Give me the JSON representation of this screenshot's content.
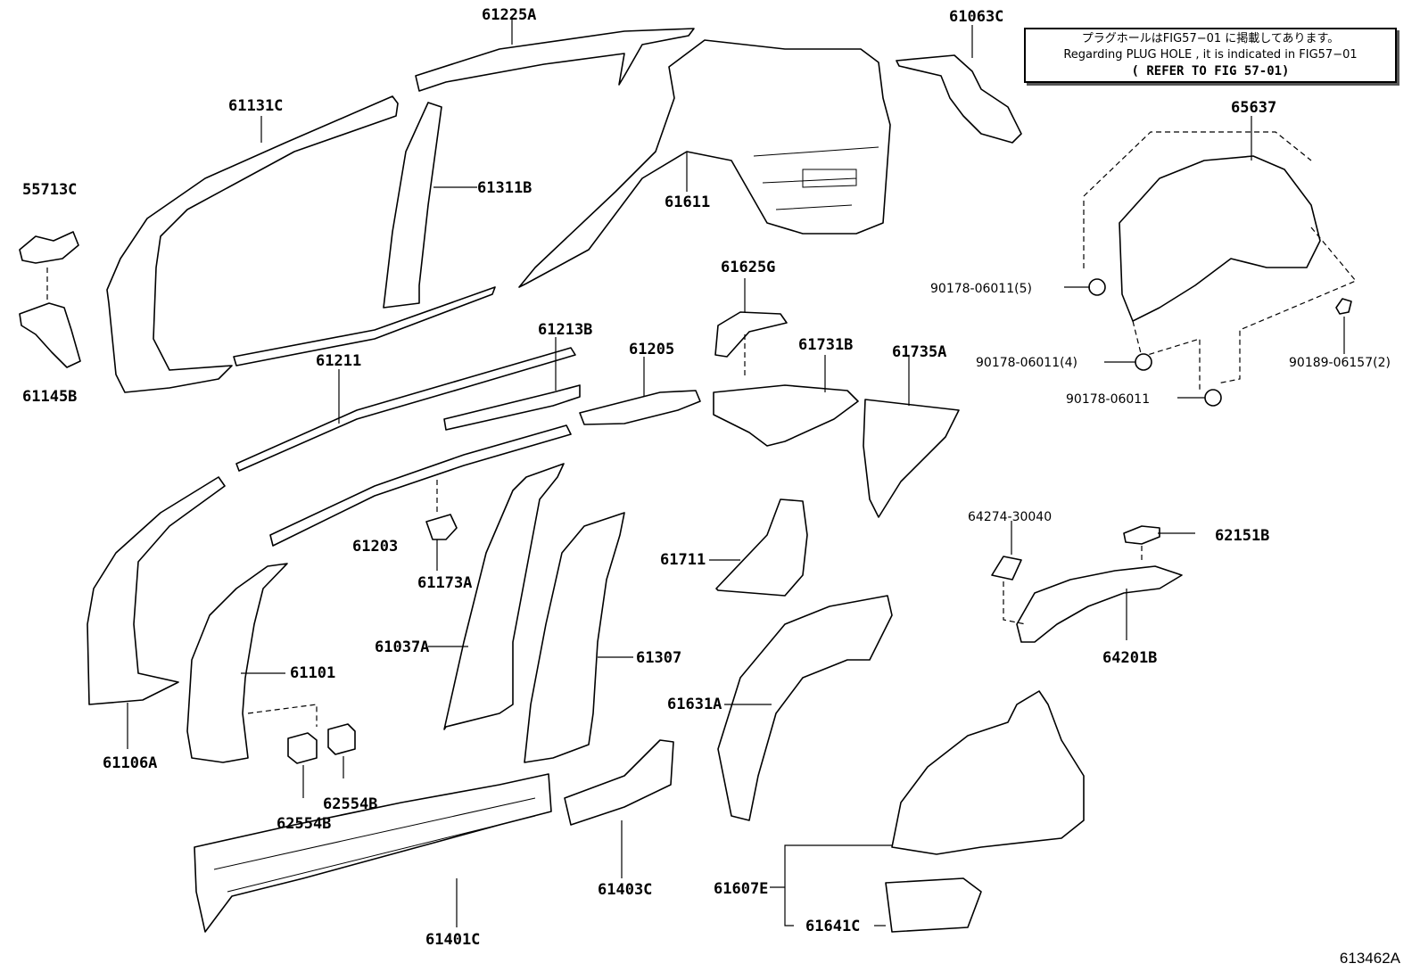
{
  "note": {
    "line_jp": "プラグホールはFIG57−01 に掲載してあります。",
    "line_en": "Regarding PLUG HOLE , it is indicated in FIG57−01",
    "line_ref": "( REFER TO FIG 57-01)"
  },
  "figure_id": "613462A",
  "labels": {
    "p61225A": "61225A",
    "p61063C": "61063C",
    "p65637": "65637",
    "p61131C": "61131C",
    "p55713C": "55713C",
    "p61145B": "61145B",
    "p61311B": "61311B",
    "p61611": "61611",
    "p61625G": "61625G",
    "p90178_5": "90178-06011(5)",
    "p90178_4": "90178-06011(4)",
    "p90178_1": "90178-06011",
    "p90189_2": "90189-06157(2)",
    "p61213B": "61213B",
    "p61211": "61211",
    "p61205": "61205",
    "p61731B": "61731B",
    "p61735A": "61735A",
    "p61203": "61203",
    "p61173A": "61173A",
    "p64274": "64274-30040",
    "p62151B": "62151B",
    "p61711": "61711",
    "p61037A": "61037A",
    "p61307": "61307",
    "p61101": "61101",
    "p64201B": "64201B",
    "p61631A": "61631A",
    "p61106A": "61106A",
    "p62554B_a": "62554B",
    "p62554B_b": "62554B",
    "p61403C": "61403C",
    "p61607E": "61607E",
    "p61641C": "61641C",
    "p61401C": "61401C"
  }
}
